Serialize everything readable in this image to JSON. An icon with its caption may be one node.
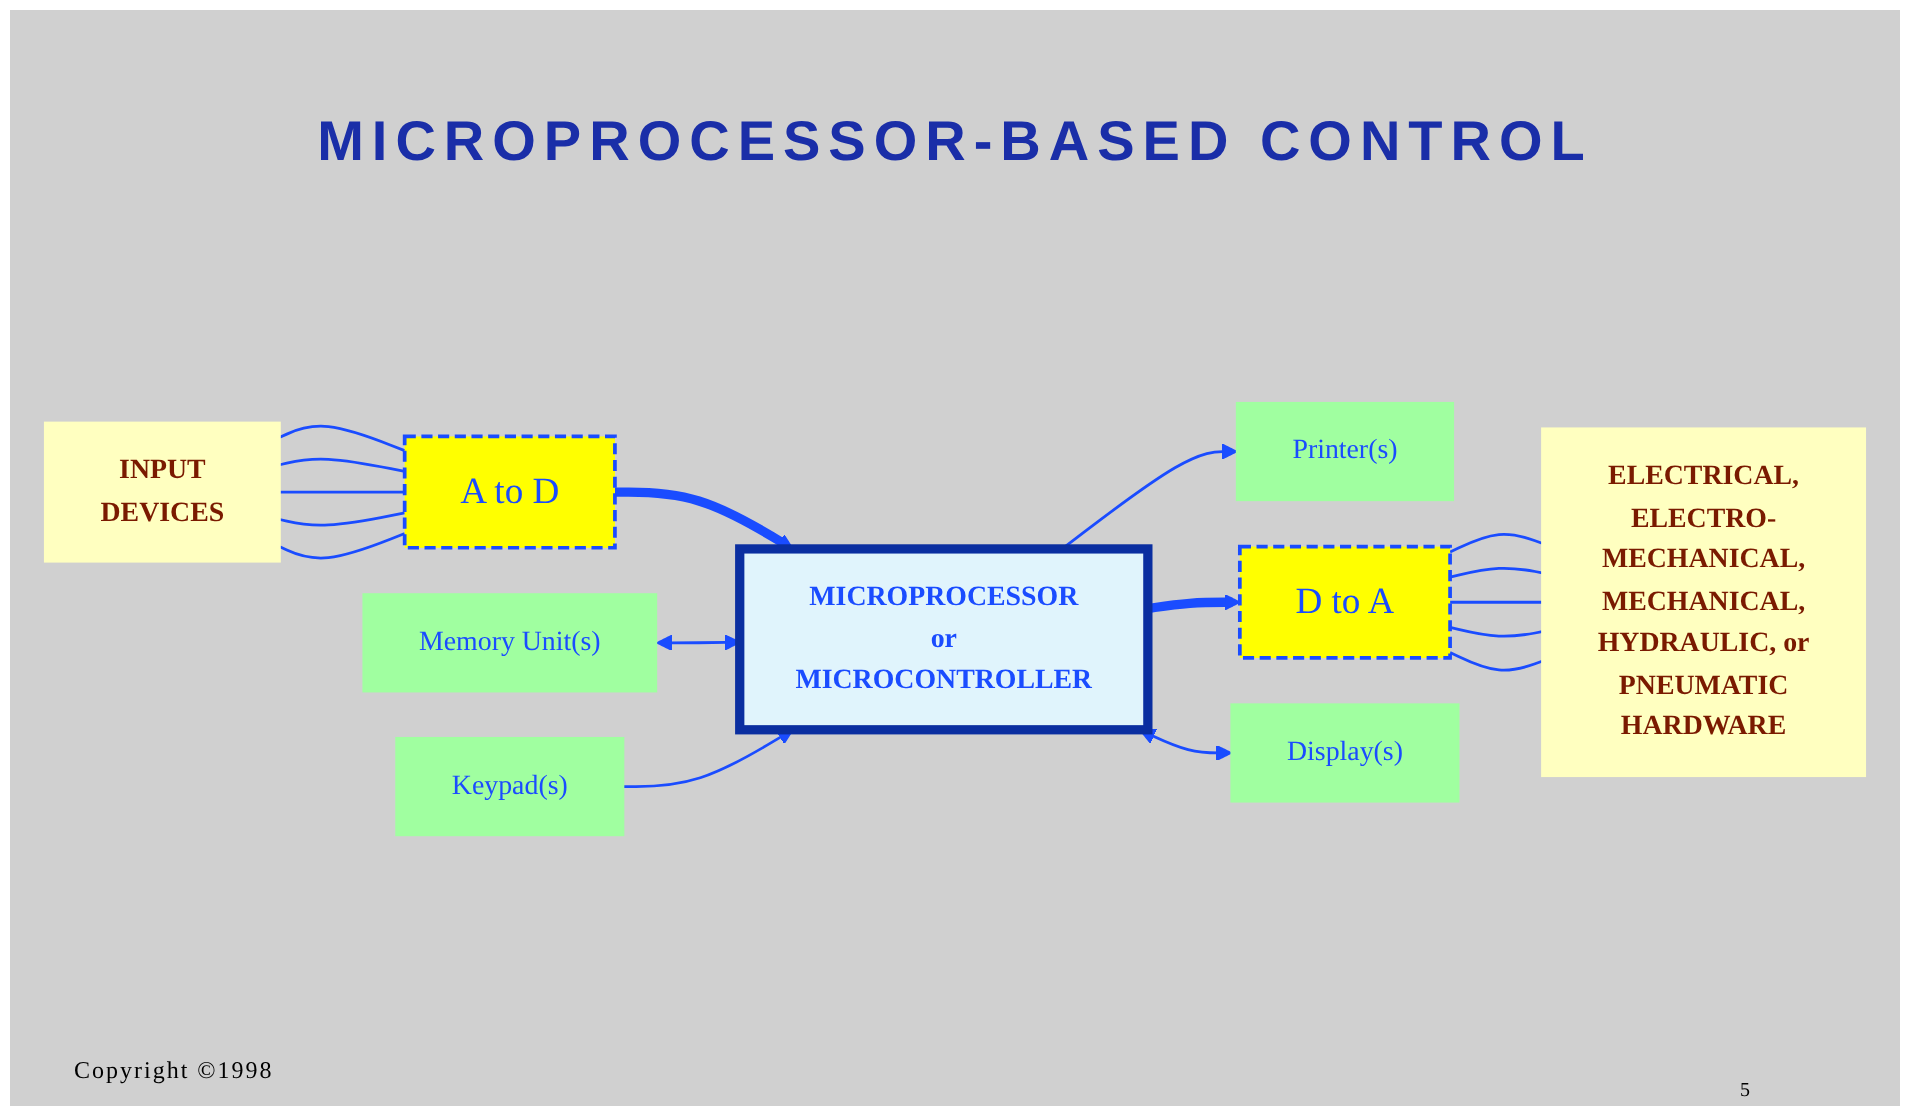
{
  "diagram": {
    "title": "MICROPROCESSOR-BASED CONTROL",
    "nodes": [
      {
        "text": [
          "INPUT DEVICES"
        ]
      },
      {
        "text": [
          "A to D"
        ]
      },
      {
        "text": [
          "Memory Unit(s)"
        ]
      },
      {
        "text": [
          "Printer(s)"
        ]
      },
      {
        "text": [
          "MICROPROCESSOR or MICROCONTROLLER"
        ]
      },
      {
        "text": [
          "D to A"
        ]
      },
      {
        "text": [
          "ELECTRICAL, ELECTRO- MECHANICAL, MECHANICAL, HYDRAULIC, or PNEUMATIC HARDWARE"
        ]
      },
      {
        "text": [
          "Keypad(s)"
        ]
      },
      {
        "text": [
          "Display(s)"
        ]
      }
    ],
    "edges": [
      {
        "from": 0,
        "to": 1,
        "arrow": "none"
      },
      {
        "from": 0,
        "to": 1,
        "arrow": "none"
      },
      {
        "from": 0,
        "to": 1,
        "arrow": "none"
      },
      {
        "from": 0,
        "to": 1,
        "arrow": "none"
      },
      {
        "from": 0,
        "to": 1,
        "arrow": "none"
      },
      {
        "from": 1,
        "to": 4,
        "arrow": "to",
        "style": "thick"
      },
      {
        "from": 2,
        "to": 4,
        "arrow": "both"
      },
      {
        "from": 4,
        "to": 3,
        "arrow": "to"
      },
      {
        "from": 7,
        "to": 4,
        "arrow": "to"
      },
      {
        "from": 4,
        "to": 8,
        "arrow": "both"
      },
      {
        "from": 4,
        "to": 5,
        "arrow": "to",
        "style": "thick"
      },
      {
        "from": 5,
        "to": 6,
        "arrow": "none"
      },
      {
        "from": 5,
        "to": 6,
        "arrow": "none"
      },
      {
        "from": 5,
        "to": 6,
        "arrow": "none"
      },
      {
        "from": 5,
        "to": 6,
        "arrow": "none"
      },
      {
        "from": 5,
        "to": 6,
        "arrow": "none"
      }
    ],
    "labels": [
      "Copyright ©1998",
      "5"
    ]
  }
}
